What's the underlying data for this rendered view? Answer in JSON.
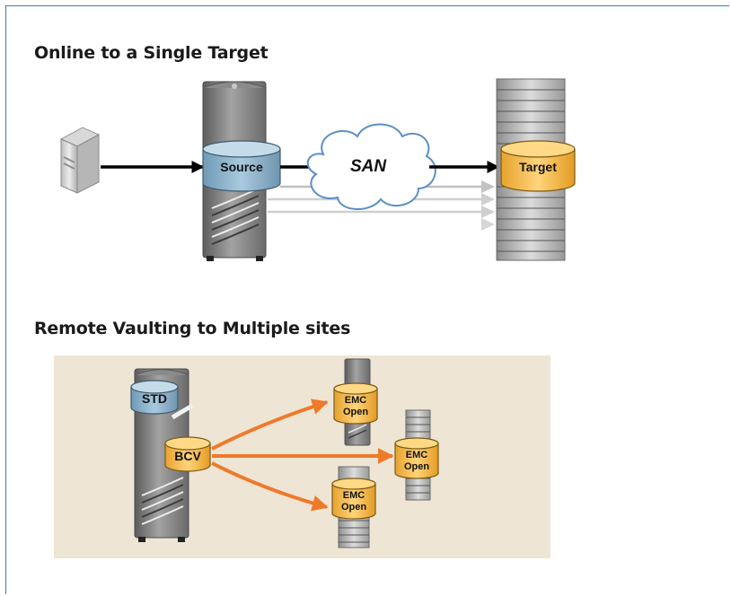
{
  "section1": {
    "title": "Online to a Single Target",
    "source_label": "Source",
    "network_label": "SAN",
    "target_label": "Target"
  },
  "section2": {
    "title": "Remote Vaulting to Multiple sites",
    "std_label": "STD",
    "bcv_label": "BCV",
    "emc_top": "EMC",
    "emc_bottom": "Open"
  },
  "colors": {
    "accent_blue": "#3b7cc4",
    "source_cylinder": "#8fb4cc",
    "target_cylinder": "#f2b84a",
    "vault_arrow": "#ee7a2a",
    "panel_bg": "#efe5d5"
  },
  "icons": [
    "host-server-icon",
    "storage-array-icon",
    "cloud-icon",
    "cylinder-icon",
    "arrow-icon"
  ]
}
